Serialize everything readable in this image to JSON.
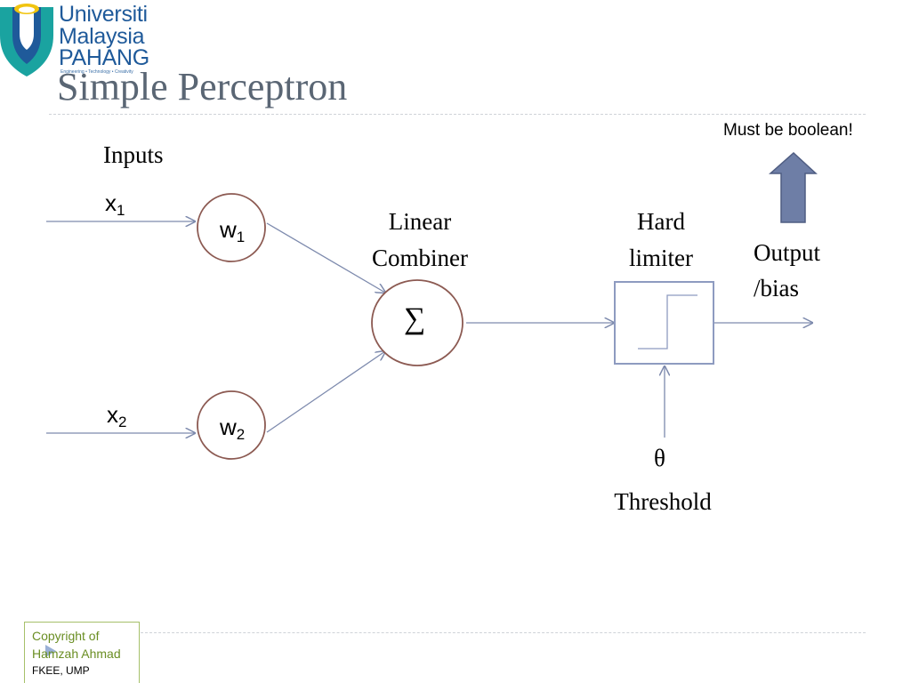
{
  "logo": {
    "line1": "Universiti",
    "line2": "Malaysia",
    "line3": "PAHANG",
    "tagline": "Engineering • Technology • Creativity"
  },
  "title": "Simple Perceptron",
  "diagram": {
    "inputs_label": "Inputs",
    "x1": {
      "base": "x",
      "sub": "1"
    },
    "x2": {
      "base": "x",
      "sub": "2"
    },
    "w1": {
      "base": "w",
      "sub": "1"
    },
    "w2": {
      "base": "w",
      "sub": "2"
    },
    "sum_symbol": "∑",
    "linear_combiner": [
      "Linear",
      "Combiner"
    ],
    "hard_limiter": [
      "Hard",
      "limiter"
    ],
    "output": [
      "Output",
      "/bias"
    ],
    "theta": "θ",
    "threshold": "Threshold",
    "note": "Must be boolean!"
  },
  "footer": {
    "line1": "Copyright of",
    "line2": "Hamzah Ahmad",
    "line3": "FKEE, UMP"
  },
  "colors": {
    "title": "#5a6674",
    "line": "#7d8aad",
    "circle": "#8c5a52",
    "box": "#8e9bc0",
    "arrow_up": "#6e7ea6",
    "logo_blue": "#1f5a9a",
    "logo_teal": "#1aa3a0",
    "logo_yellow": "#f1c40f",
    "footer_green": "#6a8e23"
  }
}
